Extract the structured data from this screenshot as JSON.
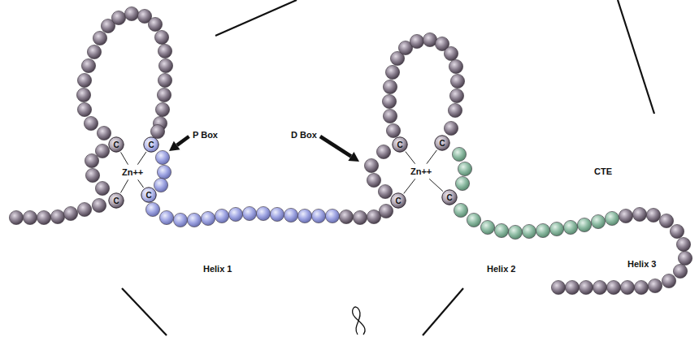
{
  "diagram": {
    "nodes": [
      {
        "text": [
          "C"
        ]
      },
      {
        "text": [
          "C"
        ]
      },
      {
        "text": [
          "C"
        ]
      },
      {
        "text": [
          "C"
        ]
      },
      {
        "text": [
          "C"
        ]
      },
      {
        "text": [
          "C"
        ]
      },
      {
        "text": [
          "C"
        ]
      },
      {
        "text": [
          "C"
        ]
      }
    ],
    "labels": [
      "P Box",
      "D Box",
      "Zn++",
      "Zn++",
      "CTE",
      "Helix 1",
      "Helix 2",
      "Helix 3"
    ]
  }
}
